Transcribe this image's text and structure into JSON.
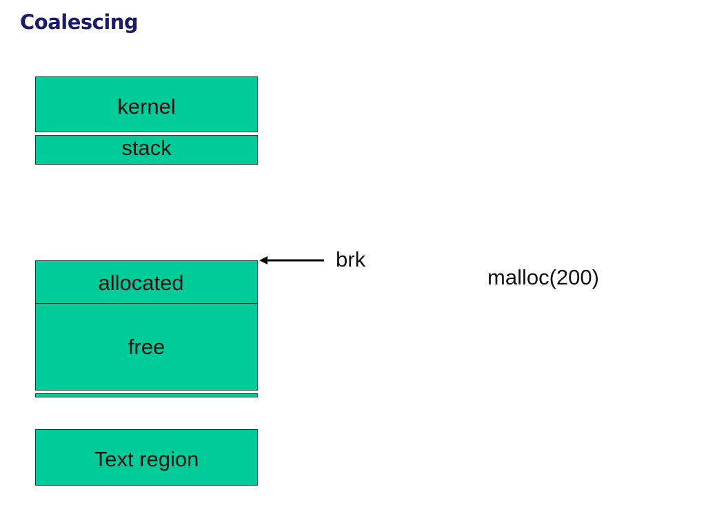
{
  "title": "Coalescing",
  "memory": {
    "kernel": "kernel",
    "stack": "stack",
    "allocated": "allocated",
    "free": "free",
    "text_region": "Text region"
  },
  "pointer": {
    "label": "brk"
  },
  "operation": "malloc(200)",
  "colors": {
    "block_fill": "#00cc99",
    "title": "#1a1a6e"
  }
}
